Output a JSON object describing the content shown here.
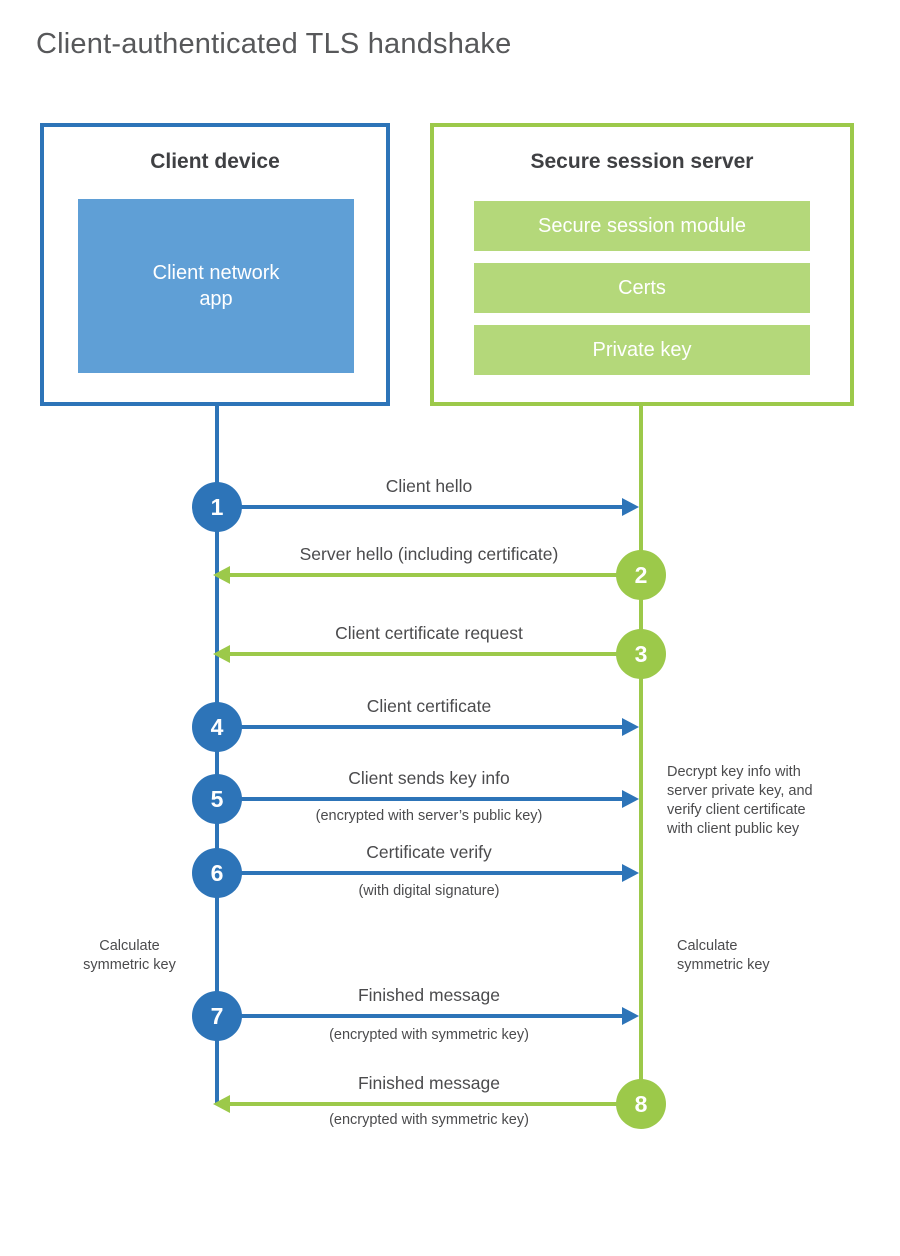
{
  "page": {
    "title": "Client-authenticated TLS handshake"
  },
  "colors": {
    "blue_stroke": "#2d74b8",
    "blue_fill": "#5f9fd6",
    "green_stroke": "#9cc94a",
    "green_fill": "#b4d87a",
    "text_dark": "#3f4043",
    "text_label": "#4b4b4d",
    "white": "#ffffff"
  },
  "client_box": {
    "title": "Client device",
    "app_label_line1": "Client network",
    "app_label_line2": "app"
  },
  "server_box": {
    "title": "Secure session server",
    "modules": [
      "Secure session module",
      "Certs",
      "Private key"
    ]
  },
  "steps": [
    {
      "num": "1",
      "label": "Client hello",
      "sub": "",
      "direction": "right",
      "color": "blue"
    },
    {
      "num": "2",
      "label": "Server hello (including certificate)",
      "sub": "",
      "direction": "left",
      "color": "green"
    },
    {
      "num": "3",
      "label": "Client certificate request",
      "sub": "",
      "direction": "left",
      "color": "green"
    },
    {
      "num": "4",
      "label": "Client certificate",
      "sub": "",
      "direction": "right",
      "color": "blue"
    },
    {
      "num": "5",
      "label": "Client sends key info",
      "sub": "(encrypted with server’s public key)",
      "direction": "right",
      "color": "blue"
    },
    {
      "num": "6",
      "label": "Certificate verify",
      "sub": "(with digital signature)",
      "direction": "right",
      "color": "blue"
    },
    {
      "num": "7",
      "label": "Finished message",
      "sub": "(encrypted with symmetric key)",
      "direction": "right",
      "color": "blue"
    },
    {
      "num": "8",
      "label": "Finished message",
      "sub": "(encrypted with symmetric key)",
      "direction": "left",
      "color": "green"
    }
  ],
  "notes": {
    "decrypt": {
      "full": "Decrypt key info with server private key, and verify client certificate with client public key",
      "line1": "Decrypt key info with",
      "line2": "server private key, and",
      "line3": "verify client certificate",
      "line4": "with client public key"
    },
    "calculate_left": {
      "full": "Calculate symmetric key",
      "line1": "Calculate",
      "line2": "symmetric key"
    },
    "calculate_right": {
      "full": "Calculate symmetric key",
      "line1": "Calculate",
      "line2": "symmetric key"
    }
  }
}
